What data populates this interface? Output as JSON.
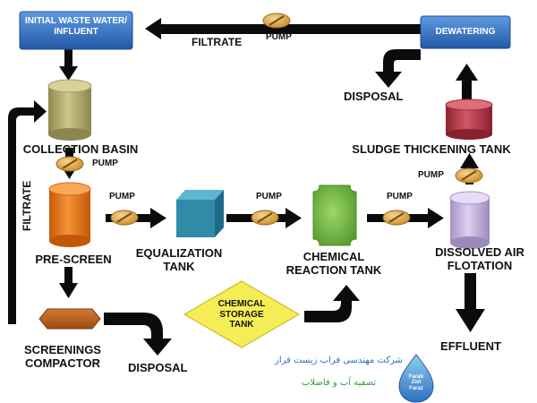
{
  "nodes": {
    "influent": "INITIAL WASTE WATER/ INFLUENT",
    "dewatering": "DEWATERING",
    "collection_basin": "COLLECTION BASIN",
    "pre_screen": "PRE-SCREEN",
    "equalization_tank": [
      "EQUALIZATION",
      "TANK"
    ],
    "chemical_reaction_tank": [
      "CHEMICAL",
      "REACTION TANK"
    ],
    "dissolved_air_flotation": [
      "DISSOLVED AIR",
      "FLOTATION"
    ],
    "sludge_thickening_tank": "SLUDGE THICKENING TANK",
    "screenings_compactor": [
      "SCREENINGS",
      "COMPACTOR"
    ],
    "chemical_storage_tank": [
      "CHEMICAL",
      "STORAGE",
      "TANK"
    ],
    "effluent": "EFFLUENT"
  },
  "labels": {
    "filtrate_top": "FILTRATE",
    "filtrate_left": "FILTRATE",
    "disposal_top": "DISPOSAL",
    "disposal_bottom": "DISPOSAL",
    "pump": "PUMP"
  },
  "logo": {
    "company_name_fa": "شرکت مهندسی فراب زیست فراز",
    "tagline_fa": "تصفیه آب و فاضلاب",
    "mark_text": [
      "Farab",
      "Zist",
      "Faraz"
    ]
  },
  "colors": {
    "influent_box": "#2e6fc0",
    "dewatering_box": "#2e6fc0",
    "collection_basin": "#b7b071",
    "pre_screen": "#e8761c",
    "equalization": "#2f8ba8",
    "chemical_reaction": "#6fb23e",
    "daf": "#bca9d6",
    "sludge_tank": "#b83c4a",
    "compactor": "#b85f1e",
    "chemical_storage": "#f5ed56",
    "pump": "#d9a44a",
    "arrow": "#0b0b0b",
    "fa_blue": "#2e6fc0",
    "fa_green": "#2f9e3a"
  }
}
